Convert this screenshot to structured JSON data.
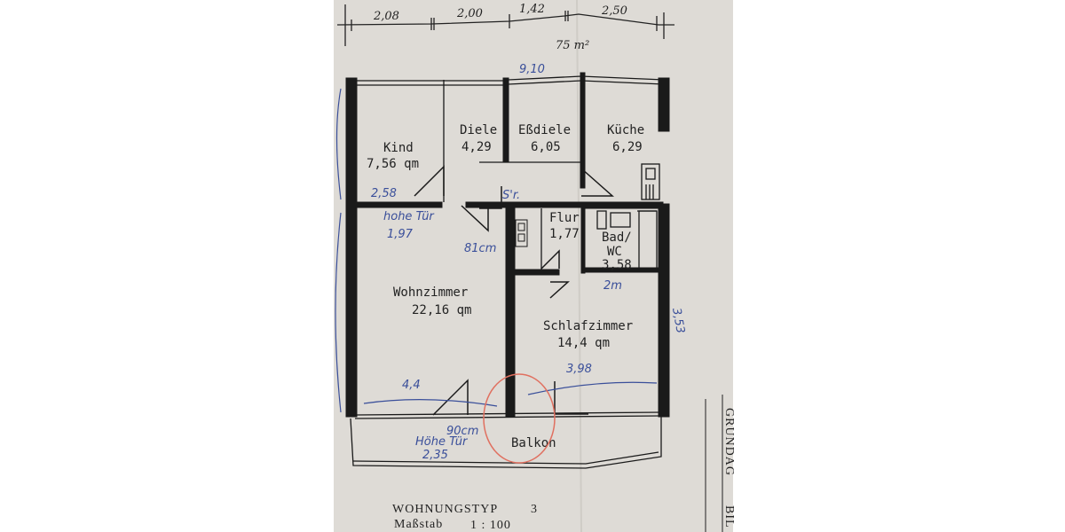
{
  "dimensions_top": [
    "2,08",
    "2,00",
    "1,42",
    "2,50"
  ],
  "total_area": "75 m²",
  "rooms": {
    "kind": {
      "name": "Kind",
      "area": "7,56 qm"
    },
    "diele": {
      "name": "Diele",
      "area": "4,29"
    },
    "essdiele": {
      "name": "Eßdiele",
      "area": "6,05"
    },
    "kueche": {
      "name": "Küche",
      "area": "6,29"
    },
    "flur": {
      "name": "Flur",
      "area": "1,77"
    },
    "bad": {
      "name": "Bad/",
      "name2": "WC",
      "area": "3,58"
    },
    "wohnzimmer": {
      "name": "Wohnzimmer",
      "area": "22,16 qm"
    },
    "schlafzimmer": {
      "name": "Schlafzimmer",
      "area": "14,4 qm"
    },
    "balkon": {
      "name": "Balkon"
    }
  },
  "annotations": {
    "width_total": "9,10",
    "kind_width": "2,58",
    "door_height_1_label": "hohe Tür",
    "door_height_1": "1,97",
    "door_width": "81cm",
    "sr": "S'r.",
    "schlaf_depth": "2m",
    "schlaf_right": "3,53",
    "schlaf_width": "3,98",
    "wohn_width": "4,4",
    "balkon_door_width": "90cm",
    "door_height_2_label": "Höhe Tür",
    "door_height_2": "2,35"
  },
  "footer": {
    "type_label": "WOHNUNGSTYP",
    "type_value": "3",
    "scale_label": "Maßstab",
    "scale_value": "1 : 100"
  },
  "side_stamp": {
    "text1": "GRUNDAG",
    "text2": "BIL"
  },
  "colors": {
    "paper": "#dedbd6",
    "ink": "#1a1a1a",
    "pen": "#3a4f9a",
    "red_pen": "#e07060"
  }
}
